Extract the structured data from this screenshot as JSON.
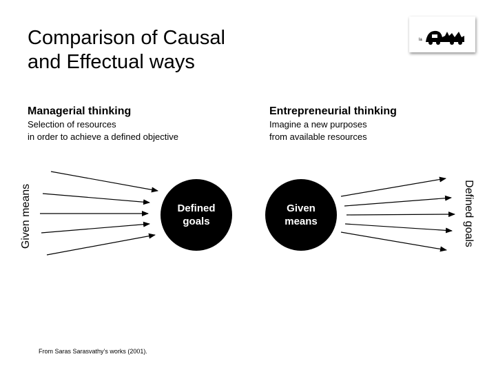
{
  "title": {
    "line1": "Comparison of Causal",
    "line2": "and Effectual ways"
  },
  "logo": {
    "icon": "laboratory-logo-icon",
    "text": "la"
  },
  "managerial": {
    "heading": "Managerial thinking",
    "line1": "Selection of resources",
    "line2": "in order to achieve a defined objective"
  },
  "entrepreneurial": {
    "heading": "Entrepreneurial thinking",
    "line1": "Imagine a new purposes",
    "line2": "from available resources"
  },
  "diagram": {
    "left_circle": {
      "line1": "Defined",
      "line2": "goals"
    },
    "right_circle": {
      "line1": "Given",
      "line2": "means"
    },
    "left_axis_label": "Given means",
    "right_axis_label": "Defined goals",
    "arrow_color": "#000000",
    "circle_color": "#000000"
  },
  "footer": "From Saras Sarasvathy’s works (2001)."
}
